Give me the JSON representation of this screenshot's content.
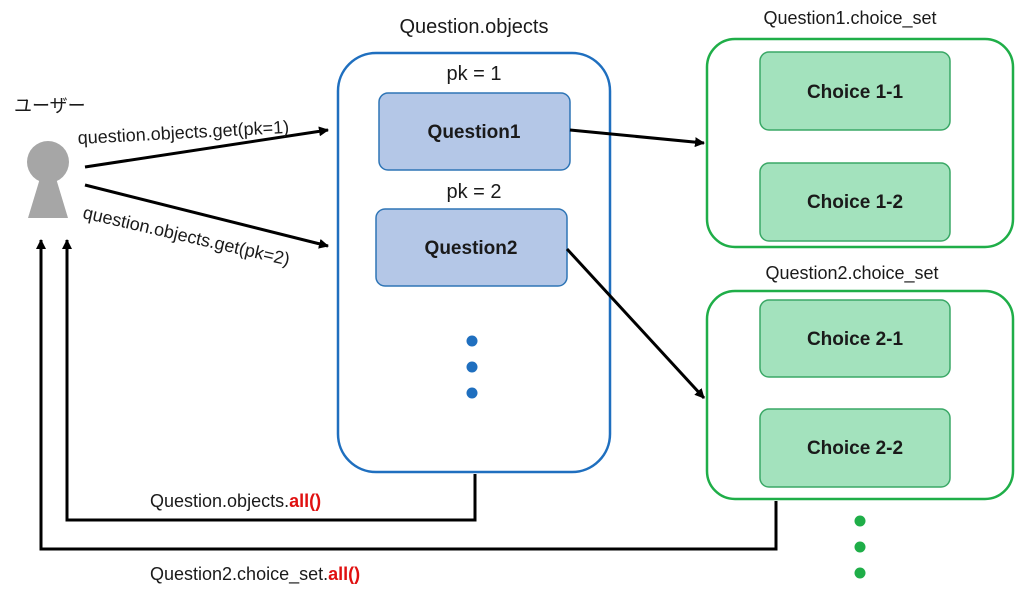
{
  "user": {
    "label": "ユーザー"
  },
  "objects_container": {
    "title": "Question.objects",
    "pk1": "pk = 1",
    "pk2": "pk = 2",
    "q1": "Question1",
    "q2": "Question2"
  },
  "arrows": {
    "get1": "question.objects.get(pk=1)",
    "get2": "question.objects.get(pk=2)"
  },
  "choice_set1": {
    "title": "Question1.choice_set",
    "c1": "Choice 1-1",
    "c2": "Choice 1-2"
  },
  "choice_set2": {
    "title": "Question2.choice_set",
    "c1": "Choice 2-1",
    "c2": "Choice 2-2"
  },
  "returns": {
    "objects_prefix": "Question.objects.",
    "objects_method": "all()",
    "choice_prefix": "Question2.choice_set.",
    "choice_method": "all()"
  },
  "colors": {
    "blue_border": "#1f6fbf",
    "question_fill": "#b4c7e7",
    "question_border": "#2e75b6",
    "green_border": "#1fae48",
    "choice_fill": "#a3e2bd",
    "choice_border": "#3aa866",
    "method_red": "#e01010",
    "user_gray": "#a6a6a6"
  },
  "icons": [
    "person-icon",
    "ellipsis-dots-blue",
    "ellipsis-dots-green"
  ]
}
